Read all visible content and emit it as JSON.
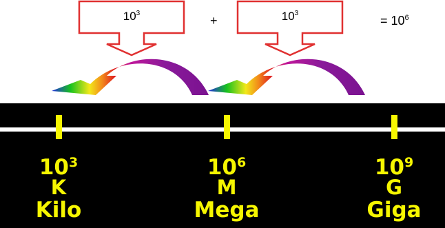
{
  "callouts": [
    {
      "base": "10",
      "exp": "3"
    },
    {
      "base": "10",
      "exp": "3"
    }
  ],
  "operator_plus": "+",
  "result": {
    "prefix": "= ",
    "base": "10",
    "exp": "6"
  },
  "axis_labels": [
    {
      "base": "10",
      "exp": "3",
      "symbol": "K",
      "name": "Kilo"
    },
    {
      "base": "10",
      "exp": "6",
      "symbol": "M",
      "name": "Mega"
    },
    {
      "base": "10",
      "exp": "9",
      "symbol": "G",
      "name": "Giga"
    }
  ],
  "colors": {
    "callout_border": "#e03030",
    "scale_background": "#000000",
    "axis_line": "#ffffff",
    "tick": "#f6f600",
    "label": "#f6f600",
    "arrow_gradient": [
      "#1f2be0",
      "#19c21f",
      "#f2e81a",
      "#f28c1a",
      "#e0201f",
      "#c0189a",
      "#8a1a9a",
      "#7a1290"
    ]
  },
  "icons": [
    "rainbow-curved-arrow-icon",
    "callout-arrow-icon"
  ]
}
